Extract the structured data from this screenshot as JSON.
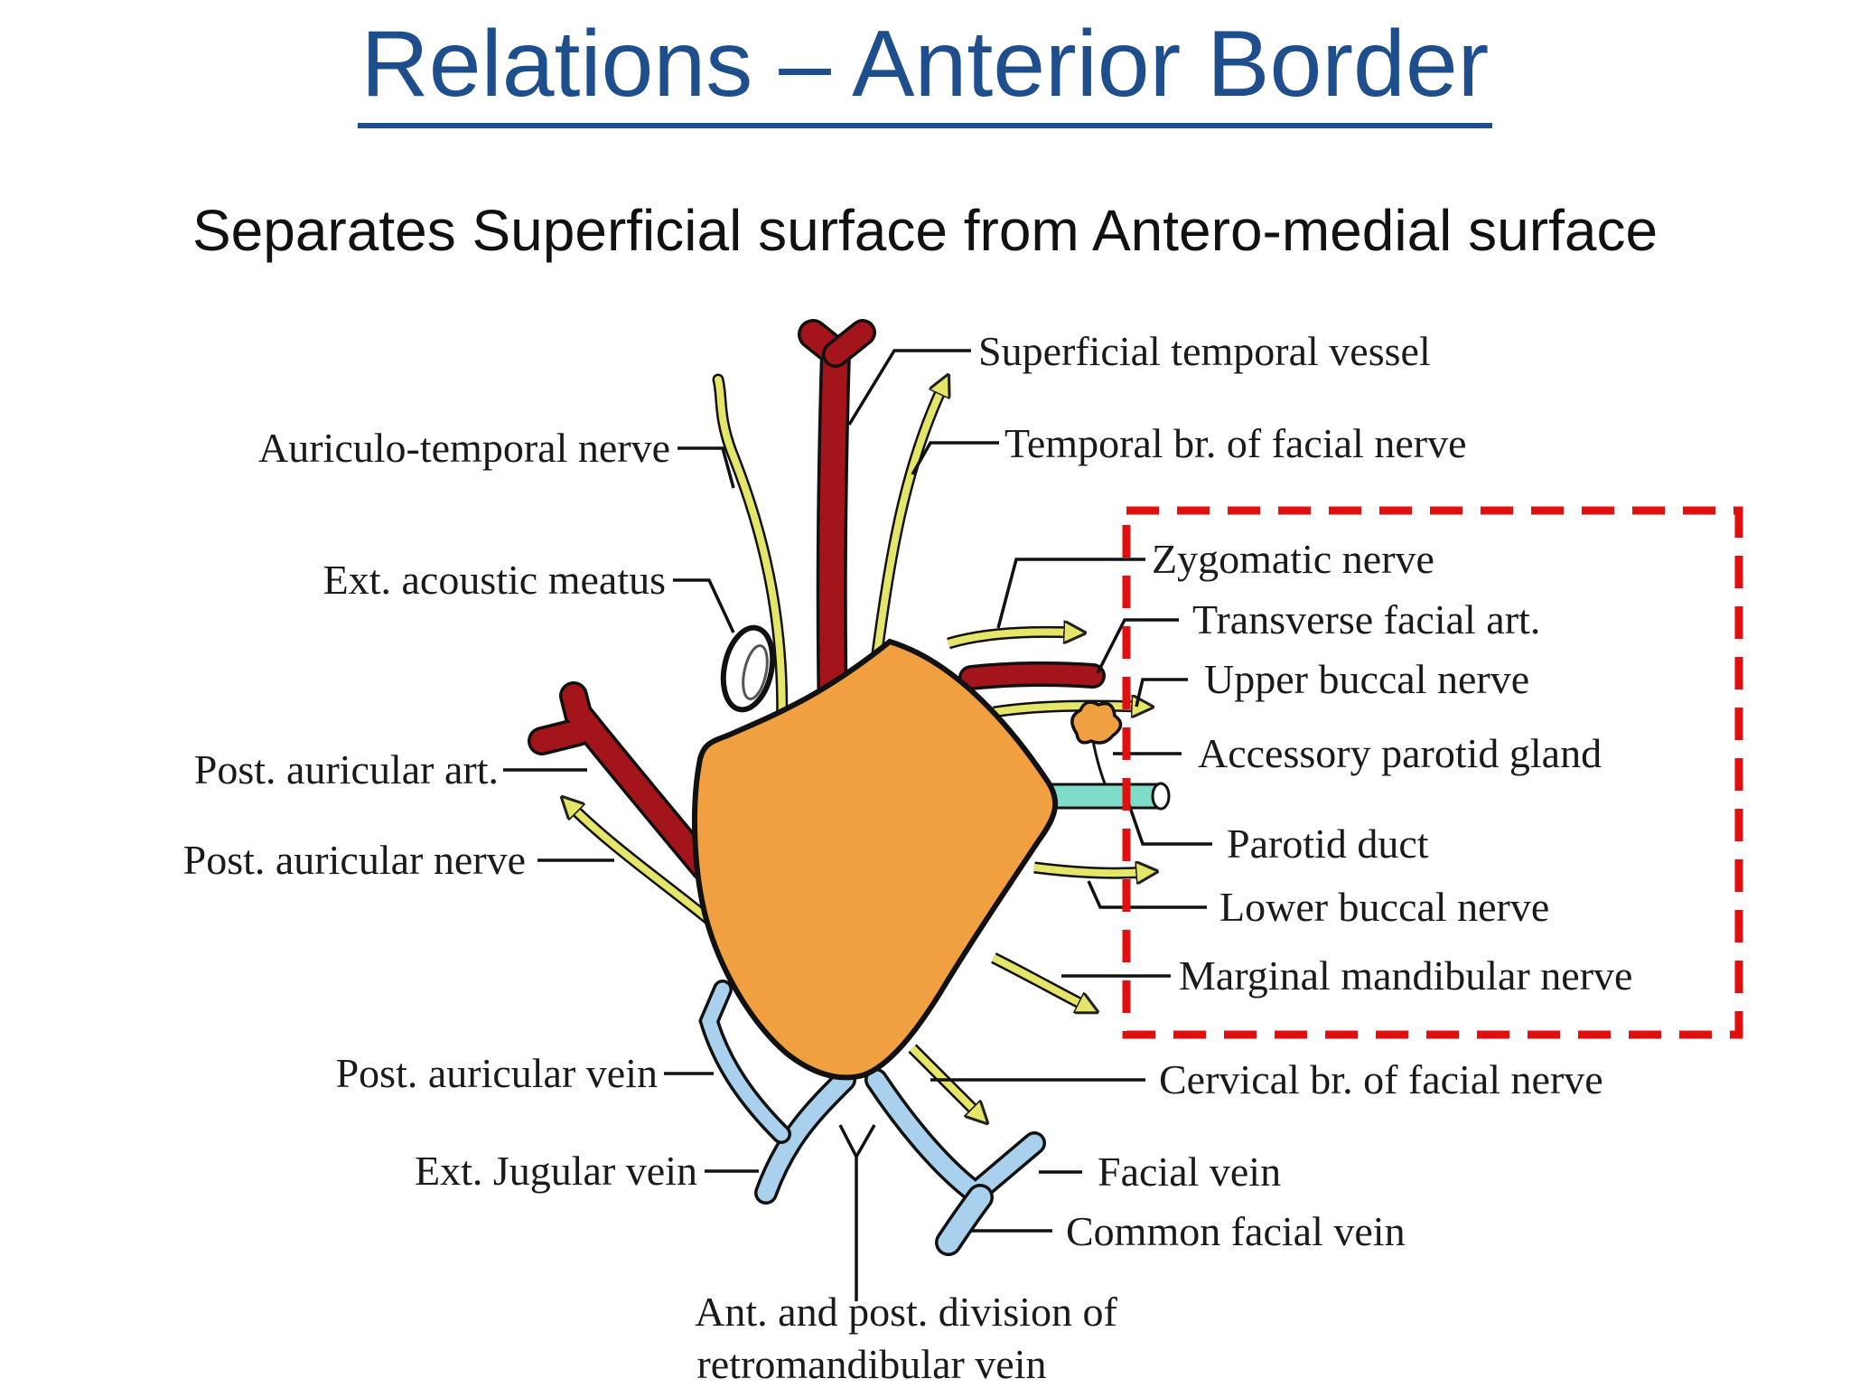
{
  "slide": {
    "title": "Relations – Anterior Border",
    "subtitle": "Separates Superficial surface from Antero-medial surface"
  },
  "colors": {
    "title": "#1f4e8c",
    "gland": "#f0a040",
    "artery": "#a3141b",
    "nerve": "#e5e56a",
    "vein": "#a9d0ec",
    "duct": "#7fdcc8",
    "highlight_box": "#e01010"
  },
  "labels": {
    "superficial_temporal_vessel": "Superficial temporal vessel",
    "auriculo_temporal_nerve": "Auriculo-temporal nerve",
    "temporal_br_facial_nerve": "Temporal br. of facial nerve",
    "ext_acoustic_meatus": "Ext. acoustic meatus",
    "zygomatic_nerve": "Zygomatic nerve",
    "transverse_facial_art": "Transverse facial art.",
    "upper_buccal_nerve": "Upper buccal nerve",
    "accessory_parotid_gland": "Accessory parotid gland",
    "post_auricular_art": "Post. auricular art.",
    "parotid_duct": "Parotid duct",
    "post_auricular_nerve": "Post. auricular nerve",
    "lower_buccal_nerve": "Lower buccal nerve",
    "marginal_mandibular_nerve": "Marginal mandibular nerve",
    "post_auricular_vein": "Post. auricular vein",
    "cervical_br_facial_nerve": "Cervical br. of facial nerve",
    "ext_jugular_vein": "Ext. Jugular vein",
    "facial_vein": "Facial vein",
    "common_facial_vein": "Common facial vein",
    "retromandibular_line1": "Ant. and  post. division of",
    "retromandibular_line2": "retromandibular vein"
  }
}
